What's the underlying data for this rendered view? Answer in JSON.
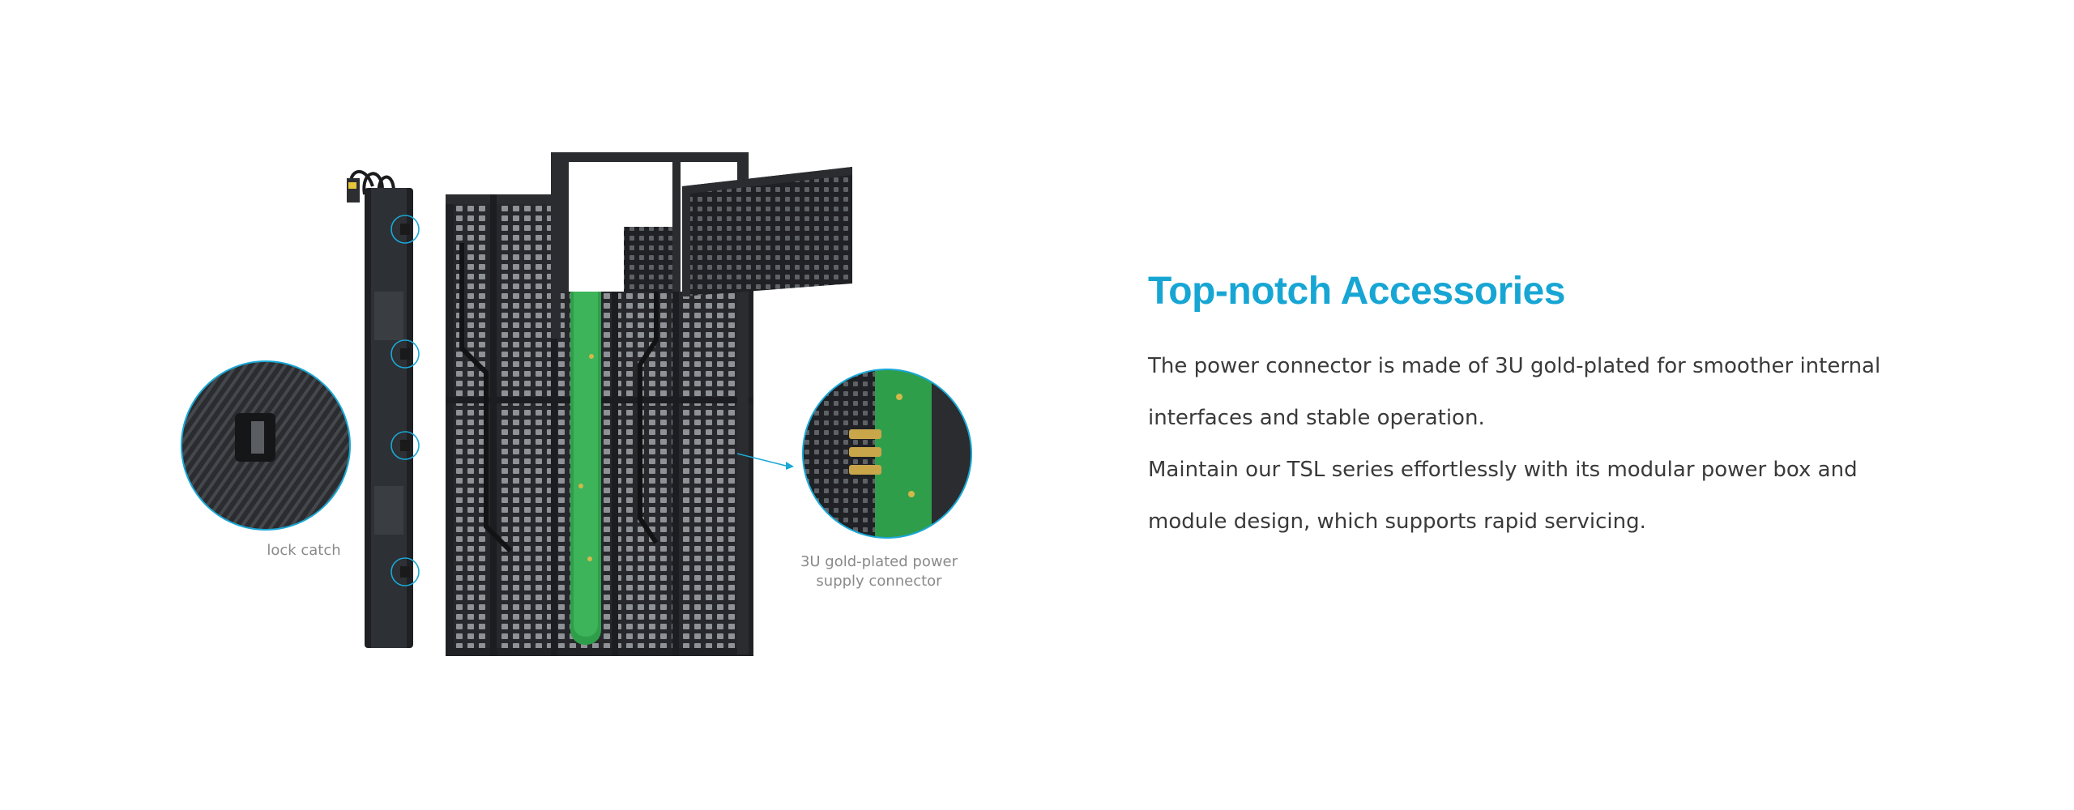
{
  "section": {
    "title": "Top-notch Accessories",
    "paragraphs": [
      "The power connector is made of 3U gold-plated for smoother internal interfaces and stable operation.",
      "Maintain our TSL series effortlessly with its modular power box and module design, which supports rapid servicing."
    ]
  },
  "figure": {
    "callouts": {
      "lock_catch": "lock catch",
      "connector_line1": "3U gold-plated power",
      "connector_line2": "supply connector"
    }
  },
  "colors": {
    "accent": "#17a6d4",
    "body_text": "#3a3a3a",
    "caption_text": "#8a8a8a",
    "panel_dark": "#2b2d30",
    "pcb_green": "#2f9e4b"
  }
}
